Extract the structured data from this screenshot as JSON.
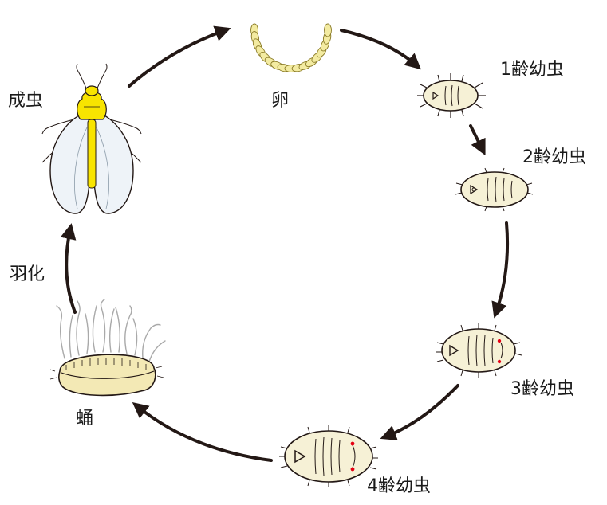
{
  "stages": {
    "egg": {
      "label": "卵"
    },
    "instar1": {
      "label": "1齢幼虫"
    },
    "instar2": {
      "label": "2齢幼虫"
    },
    "instar3": {
      "label": "3齢幼虫"
    },
    "instar4": {
      "label": "4齢幼虫"
    },
    "pupa": {
      "label": "蛹"
    },
    "eclosion": {
      "label": "羽化"
    },
    "adult": {
      "label": "成虫"
    }
  },
  "colors": {
    "arrow": "#231815",
    "egg_fill": "#f3eba1",
    "larva_fill": "#f6f1d6",
    "thorax": "#f8e400",
    "wing": "#eef3f8",
    "dot": "#e60012",
    "filament": "#a9a9a9"
  },
  "icons": [
    "egg-chain-icon",
    "larva-icon",
    "pupa-icon",
    "adult-insect-icon",
    "cycle-arrow-icon"
  ]
}
